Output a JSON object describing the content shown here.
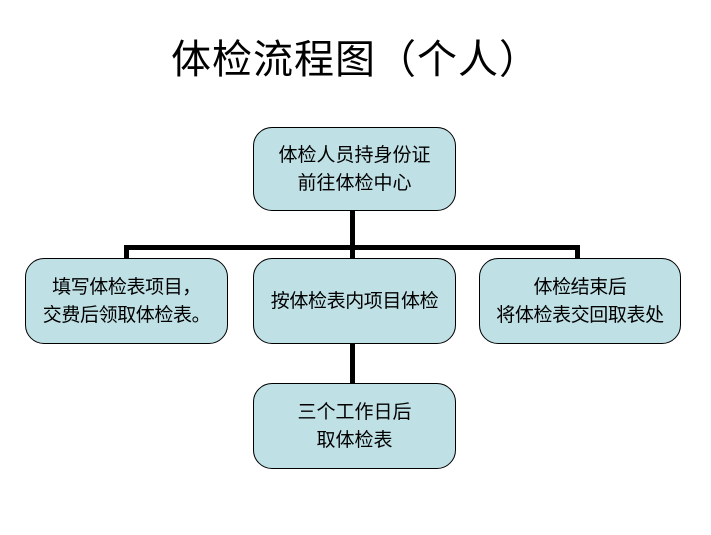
{
  "diagram": {
    "title": "体检流程图（个人）",
    "fill_color": "#bfe0e5",
    "line_color": "#000000",
    "background_color": "#ffffff",
    "nodes": [
      {
        "id": "top",
        "label": "体检人员持身份证\n前往体检中心",
        "role": "start"
      },
      {
        "id": "left",
        "label": "填写体检表项目，\n交费后领取体检表。",
        "role": "step"
      },
      {
        "id": "middle",
        "label": "按体检表内项目体检",
        "role": "step"
      },
      {
        "id": "right",
        "label": "体检结束后\n将体检表交回取表处",
        "role": "step"
      },
      {
        "id": "bottom",
        "label": "三个工作日后\n取体检表",
        "role": "end"
      }
    ],
    "edges": [
      {
        "from": "top",
        "to": "left"
      },
      {
        "from": "top",
        "to": "middle"
      },
      {
        "from": "top",
        "to": "right"
      },
      {
        "from": "middle",
        "to": "bottom"
      }
    ]
  }
}
